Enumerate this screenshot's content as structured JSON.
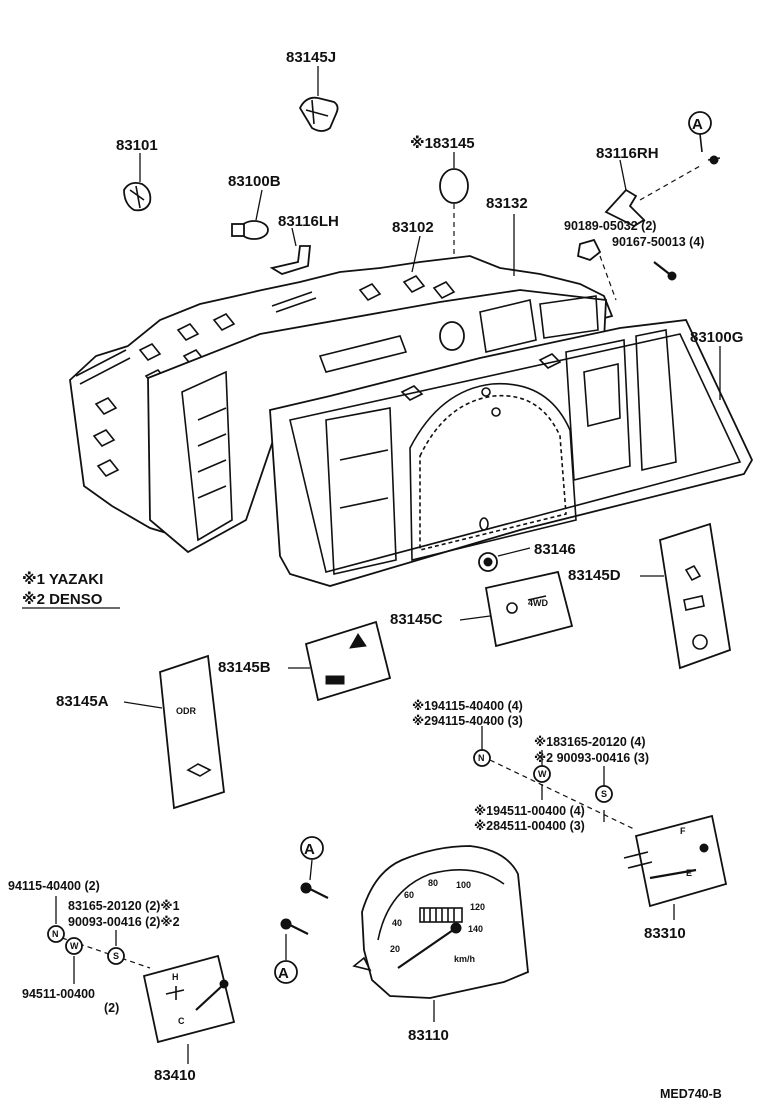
{
  "diagram": {
    "part_numbers": {
      "p83145J": "83145J",
      "p83101": "83101",
      "p83100B": "83100B",
      "p183145": "※183145",
      "p83116RH": "83116RH",
      "p83116LH": "83116LH",
      "p83102": "83102",
      "p83132": "83132",
      "p90189": "90189-05032 (2)",
      "p90167": "90167-50013 (4)",
      "p83100G": "83100G",
      "p83146": "83146",
      "p83145D": "83145D",
      "p83145C": "83145C",
      "p83145B": "83145B",
      "p83145A": "83145A",
      "p194115": "※194115-40400 (4)",
      "p294115": "※294115-40400 (3)",
      "p183165": "※183165-20120 (4)",
      "p290093": "※2 90093-00416 (3)",
      "p194511": "※194511-00400 (4)",
      "p294511": "※284511-00400 (3)",
      "p83310": "83310",
      "p83110": "83110",
      "p83410": "83410",
      "p94115L": "94115-40400 (2)",
      "p83165L": "83165-20120 (2)※1",
      "p90093L": "90093-00416 (2)※2",
      "p94511L": "94511-00400",
      "p94511Lq": "(2)"
    },
    "legend": {
      "yazaki": "※1 YAZAKI",
      "denso": "※2 DENSO"
    },
    "ref_marks": {
      "a1": "A",
      "a2": "A",
      "a3": "A",
      "n_mark": "N",
      "w_mark": "W",
      "s_mark": "S",
      "n_mark_l": "N",
      "w_mark_l": "W",
      "s_mark_l": "S"
    },
    "dial_labels": {
      "fuel_f": "F",
      "fuel_e": "E",
      "temp_h": "H",
      "temp_c": "C",
      "sp_20": "20",
      "sp_40": "40",
      "sp_60": "60",
      "sp_80": "80",
      "sp_100": "100",
      "sp_120": "120",
      "sp_140": "140",
      "sp_unit": "km/h",
      "plate_odr": "ODR",
      "plate_4wd": "4WD"
    },
    "drawing_code": "MED740-B"
  }
}
